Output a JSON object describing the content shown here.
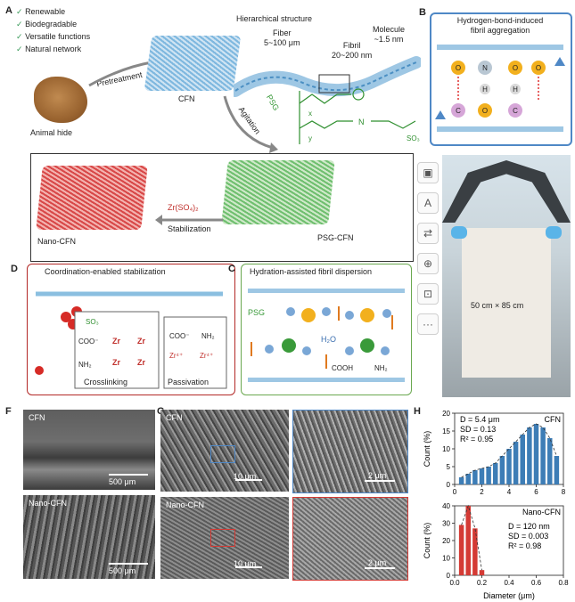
{
  "panels": {
    "A": "A",
    "B": "B",
    "C": "C",
    "D": "D",
    "F": "F",
    "G": "G",
    "H": "H"
  },
  "featureList": [
    "Renewable",
    "Biodegradable",
    "Versatile functions",
    "Natural network"
  ],
  "panelA": {
    "animalHide": "Animal hide",
    "pretreatment": "Pretreatment",
    "cfn": "CFN",
    "hierarchicalTitle": "Hierarchical structure",
    "fiber": "Fiber",
    "fiberSize": "5~100 μm",
    "fibril": "Fibril",
    "fibrilSize": "20~200 nm",
    "molecule": "Molecule",
    "moleculeSize": "~1.5 nm",
    "psg": "PSG",
    "agitation": "Agitation",
    "psgCfn": "PSG-CFN",
    "nanoCfn": "Nano-CFN",
    "zrSalt": "Zr(SO₄)₂",
    "stabilization": "Stabilization",
    "chemN": "N",
    "chemSO3": "SO₃",
    "chemX": "x",
    "chemY": "y"
  },
  "panelB": {
    "title1": "Hydrogen-bond-induced",
    "title2": "fibril aggregation",
    "atoms": [
      "O",
      "N",
      "O",
      "O",
      "H",
      "H",
      "C",
      "O",
      "C"
    ]
  },
  "panelD": {
    "title": "Coordination-enabled stabilization",
    "so3": "SO₃",
    "coo": "COO⁻",
    "nh2": "NH₂",
    "zr": "Zr",
    "zr4": "Zr⁴⁺",
    "crosslinking": "Crosslinking",
    "passivation": "Passivation"
  },
  "panelC": {
    "title": "Hydration-assisted fibril dispersion",
    "psg": "PSG",
    "h2o": "H₂O",
    "cooh": "COOH",
    "nh2": "NH₂"
  },
  "photo": {
    "caption": "50 cm × 85 cm"
  },
  "panelF": {
    "top": "CFN",
    "bottom": "Nano-CFN",
    "scale": "500 μm"
  },
  "panelG": {
    "top": "CFN",
    "bottom": "Nano-CFN",
    "scale10": "10 μm",
    "scale2": "2 μm"
  },
  "toolbar": {
    "items": [
      "image-edit",
      "text-edit",
      "transform",
      "zoom",
      "crop",
      "more"
    ],
    "more": "···"
  },
  "chart_data": [
    {
      "type": "bar",
      "legend": "CFN",
      "stats": [
        "D = 5.4 μm",
        "SD = 0.13",
        "R² = 0.95"
      ],
      "ylabel": "Count (%)",
      "xlim": [
        0,
        8
      ],
      "ylim": [
        0,
        20
      ],
      "xticks": [
        0,
        2,
        4,
        6,
        8
      ],
      "yticks": [
        0,
        5,
        10,
        15,
        20
      ],
      "x": [
        0.5,
        1.0,
        1.5,
        2.0,
        2.5,
        3.0,
        3.5,
        4.0,
        4.5,
        5.0,
        5.5,
        6.0,
        6.5,
        7.0,
        7.5
      ],
      "values": [
        2,
        3,
        4,
        4.5,
        5,
        6,
        8,
        10,
        12,
        14,
        16,
        17,
        16,
        13,
        8
      ],
      "color": "#3d7db6"
    },
    {
      "type": "bar",
      "legend": "Nano-CFN",
      "stats": [
        "D = 120 nm",
        "SD = 0.003",
        "R² = 0.98"
      ],
      "ylabel": "Count (%)",
      "xlabel": "Diameter (μm)",
      "xlim": [
        0,
        0.8
      ],
      "ylim": [
        0,
        40
      ],
      "xticks": [
        "0.0",
        "0.2",
        "0.4",
        "0.6",
        "0.8"
      ],
      "yticks": [
        0,
        10,
        20,
        30,
        40
      ],
      "x": [
        0.05,
        0.1,
        0.15,
        0.2
      ],
      "values": [
        29,
        40,
        27,
        3
      ],
      "color": "#d43a34"
    }
  ]
}
